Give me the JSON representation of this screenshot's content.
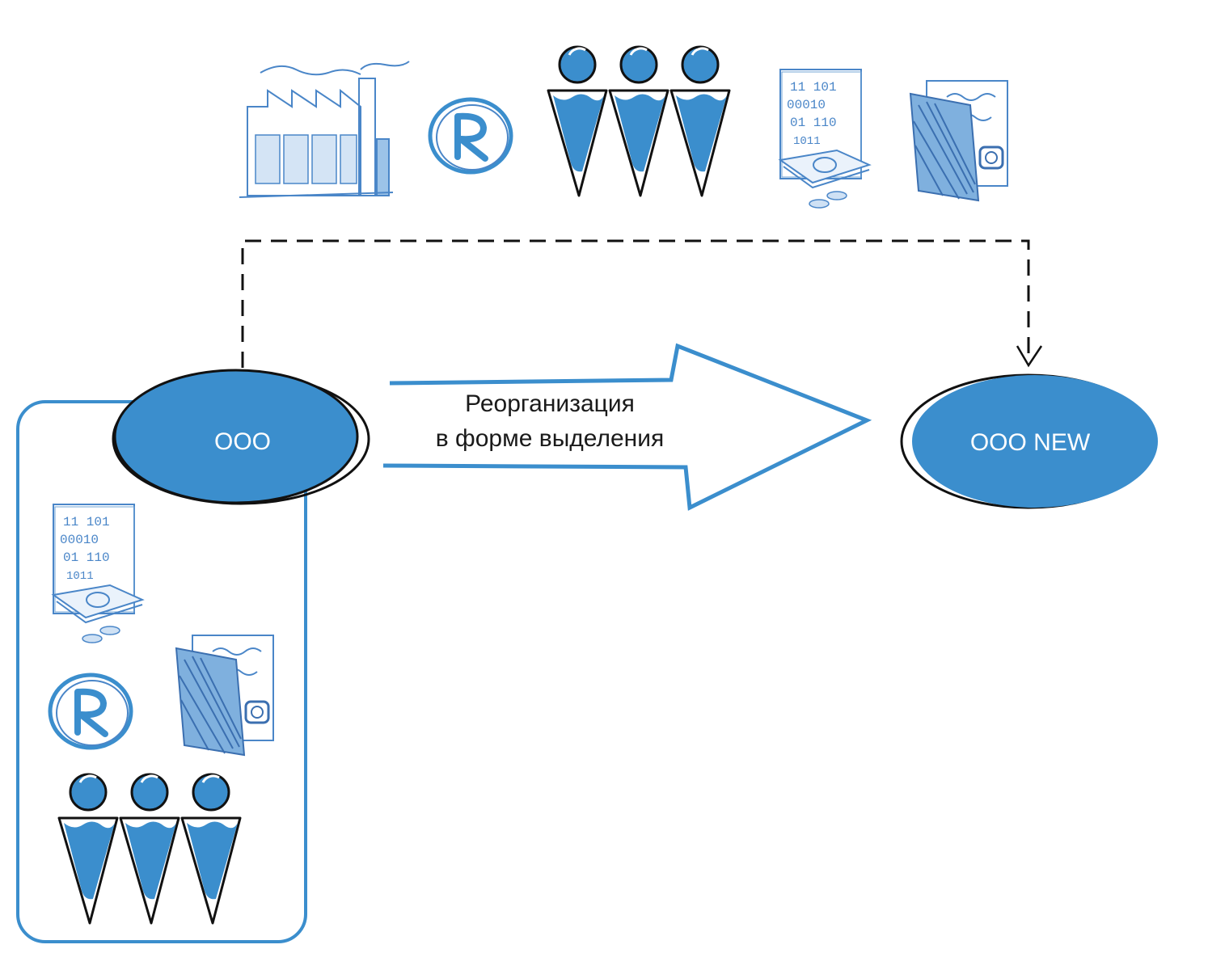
{
  "colors": {
    "blue": "#3b8ecd",
    "sketch": "#4a86c8",
    "ink": "#111111",
    "bg": "#ffffff"
  },
  "nodes": {
    "source": {
      "label": "ООО"
    },
    "target": {
      "label": "ООО NEW"
    }
  },
  "arrow": {
    "line1": "Реорганизация",
    "line2": "в форме выделения"
  },
  "assets": {
    "top_row": [
      "factory-icon",
      "trademark-icon",
      "people-icon",
      "money-report-icon",
      "wallet-icon"
    ],
    "container": [
      "money-report-icon",
      "wallet-icon",
      "trademark-icon",
      "people-icon"
    ]
  },
  "dataflow": "transfer-line-dashed"
}
